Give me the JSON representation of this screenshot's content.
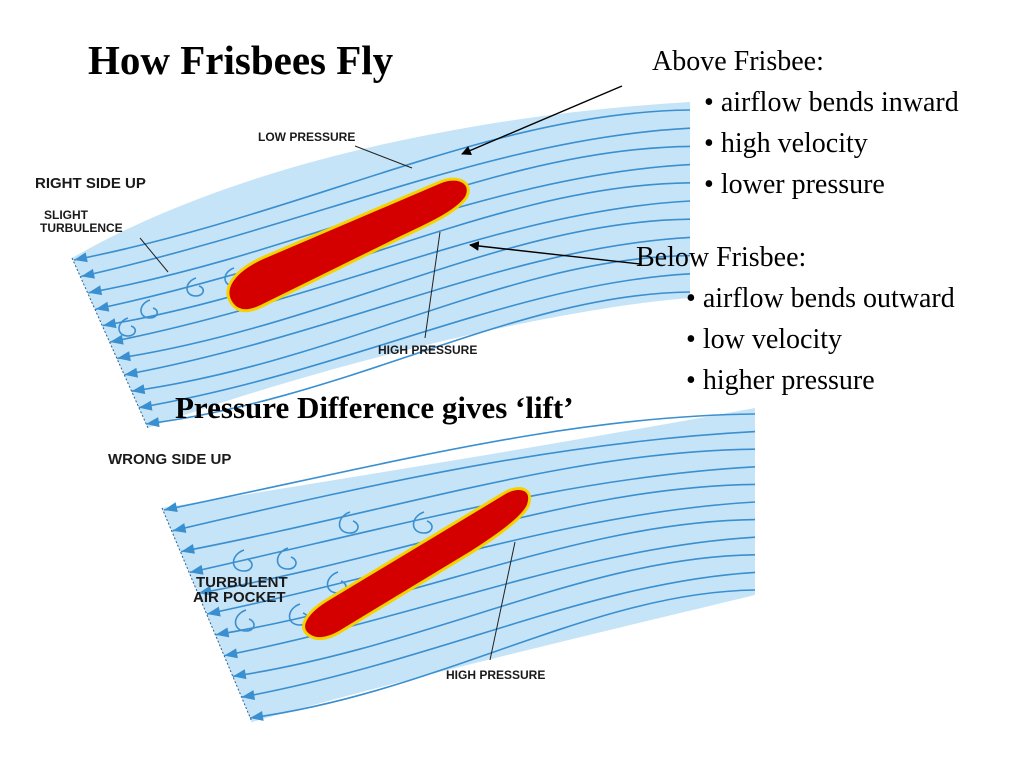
{
  "title": "How Frisbees Fly",
  "lift_caption": "Pressure Difference gives ‘lift’",
  "above": {
    "heading": "Above Frisbee:",
    "bullets": [
      "airflow bends inward",
      "high velocity",
      "lower pressure"
    ]
  },
  "below": {
    "heading": "Below Frisbee:",
    "bullets": [
      "airflow bends outward",
      "low velocity",
      "higher pressure"
    ]
  },
  "diagram_top": {
    "label_orientation": "RIGHT SIDE UP",
    "label_low_pressure": "LOW PRESSURE",
    "label_turbulence_1": "SLIGHT",
    "label_turbulence_2": "TURBULENCE",
    "label_high_pressure": "HIGH PRESSURE"
  },
  "diagram_bottom": {
    "label_orientation": "WRONG SIDE UP",
    "label_pocket_1": "TURBULENT",
    "label_pocket_2": "AIR POCKET",
    "label_high_pressure": "HIGH PRESSURE"
  },
  "colors": {
    "airflow_fill": "#c6e4f7",
    "streamline": "#3a8fd0",
    "frisbee": "#d40000",
    "frisbee_outline": "#f5d200"
  }
}
